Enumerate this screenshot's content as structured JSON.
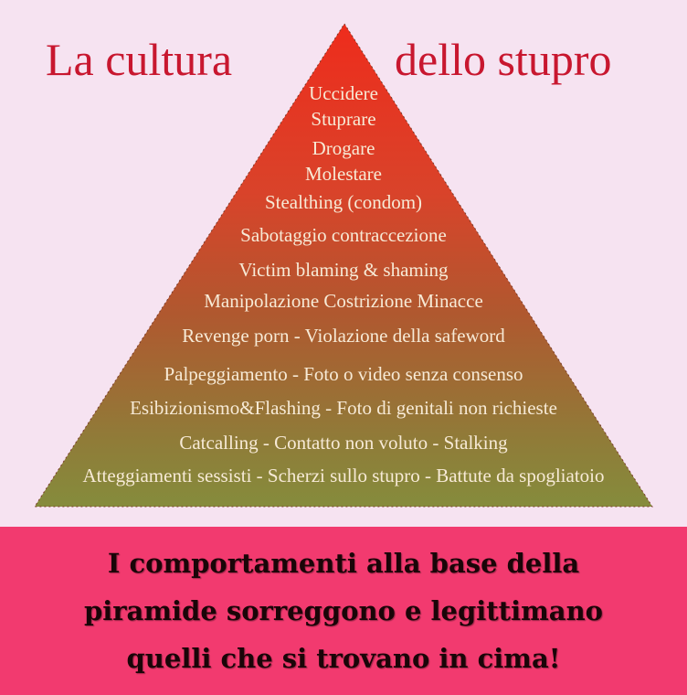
{
  "title": {
    "left": "La cultura",
    "right": "dello stupro"
  },
  "pyramid_levels": [
    "Uccidere",
    "Stuprare",
    "Drogare",
    "Molestare",
    "Stealthing (condom)",
    "Sabotaggio contraccezione",
    "Victim blaming & shaming",
    "Manipolazione Costrizione Minacce",
    "Revenge porn - Violazione della safeword",
    "Palpeggiamento - Foto o video senza consenso",
    "Esibizionismo&Flashing - Foto di genitali non richieste",
    "Catcalling - Contatto non voluto - Stalking",
    "Atteggiamenti sessisti - Scherzi sullo stupro - Battute da spogliatoio"
  ],
  "bottom_message": [
    "I comportamenti alla base della",
    "piramide sorreggono e legittimano",
    "quelli che si trovano in cima!"
  ],
  "colors": {
    "background": "#f6e3f1",
    "title": "#c8172f",
    "pyramid_top": "#ec2f1d",
    "pyramid_bottom": "#868a3c",
    "band": "#f23a6f"
  }
}
